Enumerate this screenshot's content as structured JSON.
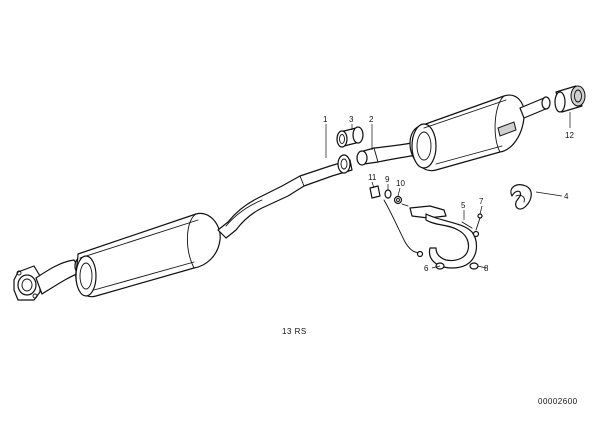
{
  "callouts": {
    "p1": "1",
    "p2": "2",
    "p3": "3",
    "p4": "4",
    "p5": "5",
    "p6": "6",
    "p7": "7",
    "p8": "8",
    "p9": "9",
    "p10": "10",
    "p11": "11",
    "p12": "12"
  },
  "caption": "13  RS",
  "diagram_number": "00002600"
}
